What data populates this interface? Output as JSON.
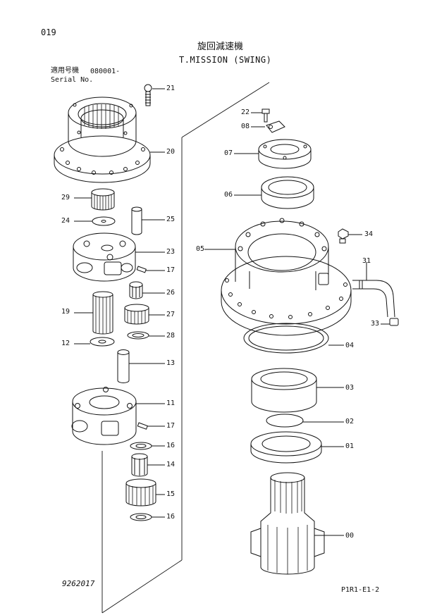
{
  "page_number": "019",
  "title_jp": "旋回減速機",
  "title_en": "T.MISSION (SWING)",
  "serial_label_jp": "適用号機",
  "serial_range": "080001-",
  "serial_label_en": "Serial No.",
  "drawing_number": "9262017",
  "sheet_code": "P1R1-E1-2",
  "parts": [
    "21",
    "20",
    "29",
    "24",
    "25",
    "23",
    "17",
    "26",
    "19",
    "27",
    "28",
    "12",
    "13",
    "11",
    "17",
    "16",
    "14",
    "15",
    "16",
    "22",
    "08",
    "07",
    "06",
    "05",
    "34",
    "31",
    "33",
    "04",
    "03",
    "02",
    "01",
    "00"
  ]
}
